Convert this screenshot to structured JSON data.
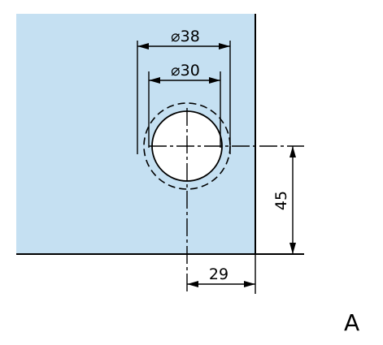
{
  "drawing": {
    "view_label": "A",
    "glass_color": "#c5e0f2",
    "line_color": "#000000",
    "dimensions": {
      "outer_hole": {
        "symbol": "⌀",
        "value": "38"
      },
      "inner_hole": {
        "symbol": "⌀",
        "value": "30"
      },
      "vertical_offset": "45",
      "horizontal_offset": "29"
    }
  }
}
